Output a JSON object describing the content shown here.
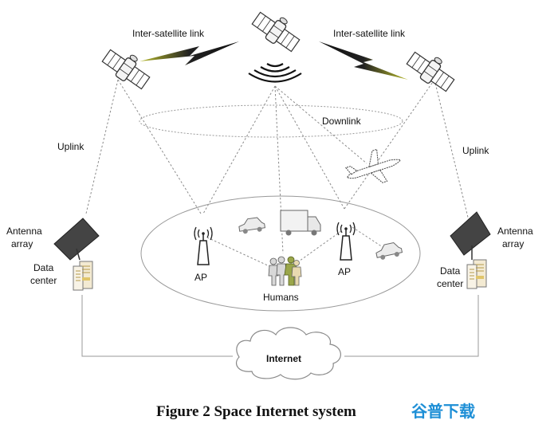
{
  "labels": {
    "isl_left": "Inter-satellite link",
    "isl_right": "Inter-satellite link",
    "downlink": "Downlink",
    "uplink_left": "Uplink",
    "uplink_right": "Uplink",
    "antenna_left": [
      "Antenna",
      "array"
    ],
    "antenna_right": [
      "Antenna",
      "array"
    ],
    "datacenter_left": [
      "Data",
      "center"
    ],
    "datacenter_right": [
      "Data",
      "center"
    ],
    "ap_left": "AP",
    "ap_right": "AP",
    "humans": "Humans",
    "internet": "Internet"
  },
  "caption": "Figure 2 Space Internet system",
  "watermark": "谷普下载",
  "colors": {
    "line": "#8a8a8a",
    "watermark": "#1e8fd6",
    "bolt": "#111111"
  }
}
